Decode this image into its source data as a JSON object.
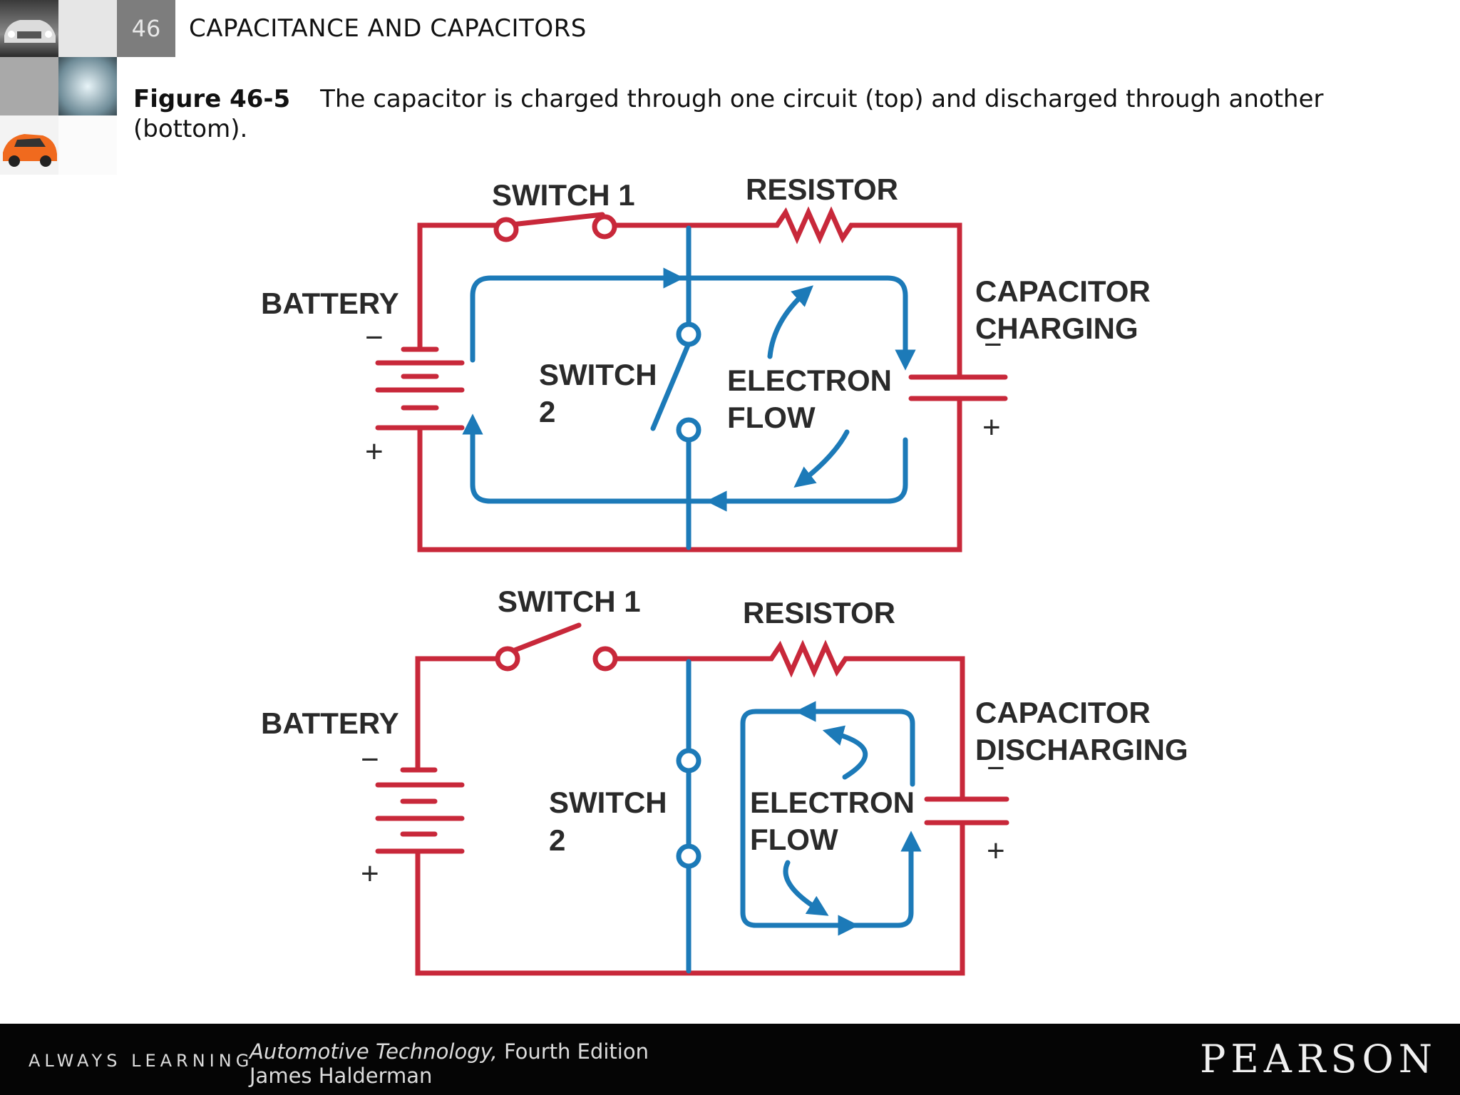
{
  "header": {
    "chapter_number": "46",
    "chapter_title": "CAPACITANCE AND CAPACITORS"
  },
  "caption": {
    "label": "Figure 46-5",
    "text": "The capacitor is charged through one circuit (top) and discharged through another (bottom)."
  },
  "top_circuit": {
    "switch1": "SWITCH 1",
    "resistor": "RESISTOR",
    "battery": "BATTERY",
    "capacitor_line1": "CAPACITOR",
    "capacitor_line2": "CHARGING",
    "switch2_line1": "SWITCH",
    "switch2_line2": "2",
    "flow_line1": "ELECTRON",
    "flow_line2": "FLOW",
    "battery_minus": "−",
    "battery_plus": "+",
    "cap_minus": "−",
    "cap_plus": "+"
  },
  "bottom_circuit": {
    "switch1": "SWITCH 1",
    "resistor": "RESISTOR",
    "battery": "BATTERY",
    "capacitor_line1": "CAPACITOR",
    "capacitor_line2": "DISCHARGING",
    "switch2_line1": "SWITCH",
    "switch2_line2": "2",
    "flow_line1": "ELECTRON",
    "flow_line2": "FLOW",
    "battery_minus": "−",
    "battery_plus": "+",
    "cap_minus": "−",
    "cap_plus": "+"
  },
  "footer": {
    "tagline": "ALWAYS LEARNING",
    "book_title": "Automotive Technology,",
    "edition": " Fourth Edition",
    "author": "James Halderman",
    "publisher": "PEARSON"
  },
  "colors": {
    "wire_red": "#c8283a",
    "flow_blue": "#1c7ab8",
    "footer_bg": "#050505"
  }
}
